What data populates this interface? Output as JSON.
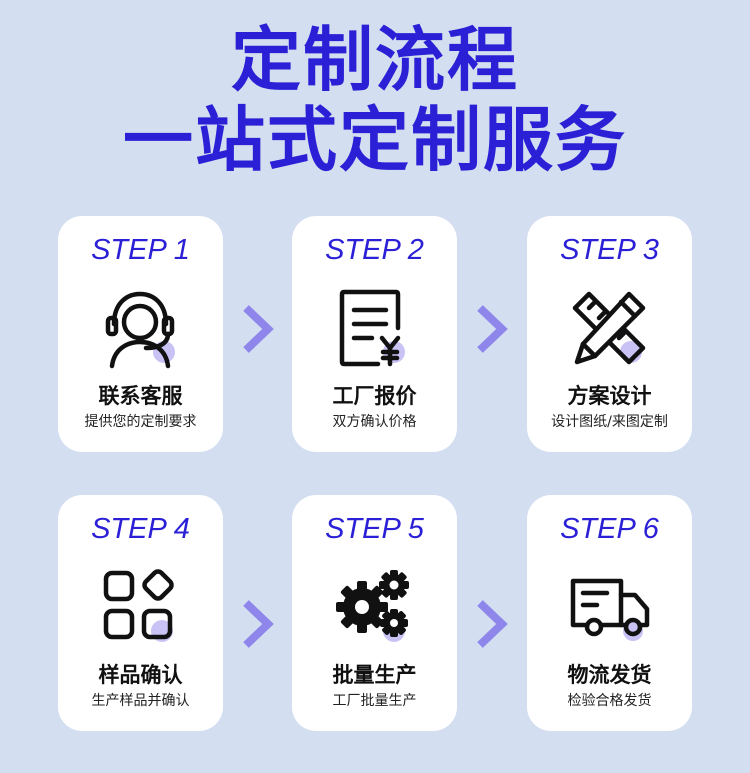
{
  "header": {
    "line1": "定制流程",
    "line2": "一站式定制服务"
  },
  "steps": [
    {
      "step": "STEP 1",
      "title": "联系客服",
      "subtitle": "提供您的定制要求",
      "icon": "headset-support-icon"
    },
    {
      "step": "STEP 2",
      "title": "工厂报价",
      "subtitle": "双方确认价格",
      "icon": "price-document-icon"
    },
    {
      "step": "STEP 3",
      "title": "方案设计",
      "subtitle": "设计图纸/来图定制",
      "icon": "pencil-ruler-icon"
    },
    {
      "step": "STEP 4",
      "title": "样品确认",
      "subtitle": "生产样品并确认",
      "icon": "grid-shapes-icon"
    },
    {
      "step": "STEP 5",
      "title": "批量生产",
      "subtitle": "工厂批量生产",
      "icon": "gears-icon"
    },
    {
      "step": "STEP 6",
      "title": "物流发货",
      "subtitle": "检验合格发货",
      "icon": "delivery-truck-icon"
    }
  ],
  "colors": {
    "background": "#d3def0",
    "accent": "#2b20d6",
    "arrow": "#8f86ec",
    "icon_dot": "#c9c2f5"
  }
}
